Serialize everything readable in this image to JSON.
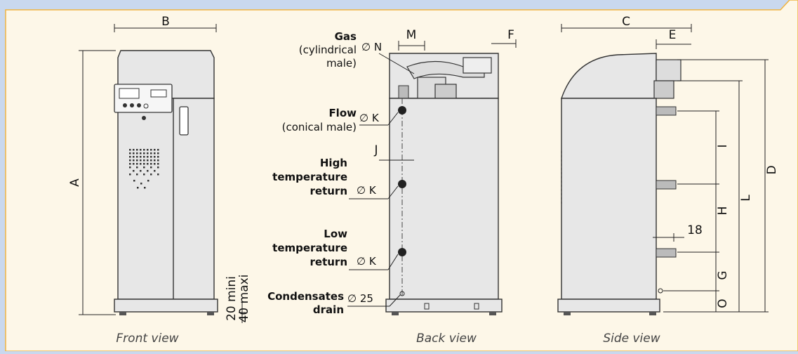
{
  "views": {
    "front": "Front view",
    "back": "Back view",
    "side": "Side view"
  },
  "dims": {
    "A": "A",
    "B": "B",
    "C": "C",
    "D": "D",
    "E": "E",
    "F": "F",
    "G": "G",
    "H": "H",
    "I": "I",
    "J": "J",
    "L": "L",
    "M": "M",
    "O": "O",
    "eighteen": "18",
    "min": "20 mini",
    "max": "40 maxi"
  },
  "connections": {
    "gas": {
      "title": "Gas",
      "line1": "(cylindrical",
      "line2": "male)",
      "symbol": "∅ N"
    },
    "flow": {
      "title": "Flow",
      "line1": "(conical male)",
      "symbol": "∅ K"
    },
    "high_return": {
      "line1": "High",
      "line2": "temperature",
      "line3": "return",
      "symbol": "∅ K"
    },
    "low_return": {
      "line1": "Low",
      "line2": "temperature",
      "line3": "return",
      "symbol": "∅ K"
    },
    "drain": {
      "line1": "Condensates",
      "line2": "drain",
      "symbol": "∅ 25"
    }
  },
  "colors": {
    "header": "#c9d8ee",
    "panel": "#fdf7e8",
    "border": "#f0b440"
  }
}
